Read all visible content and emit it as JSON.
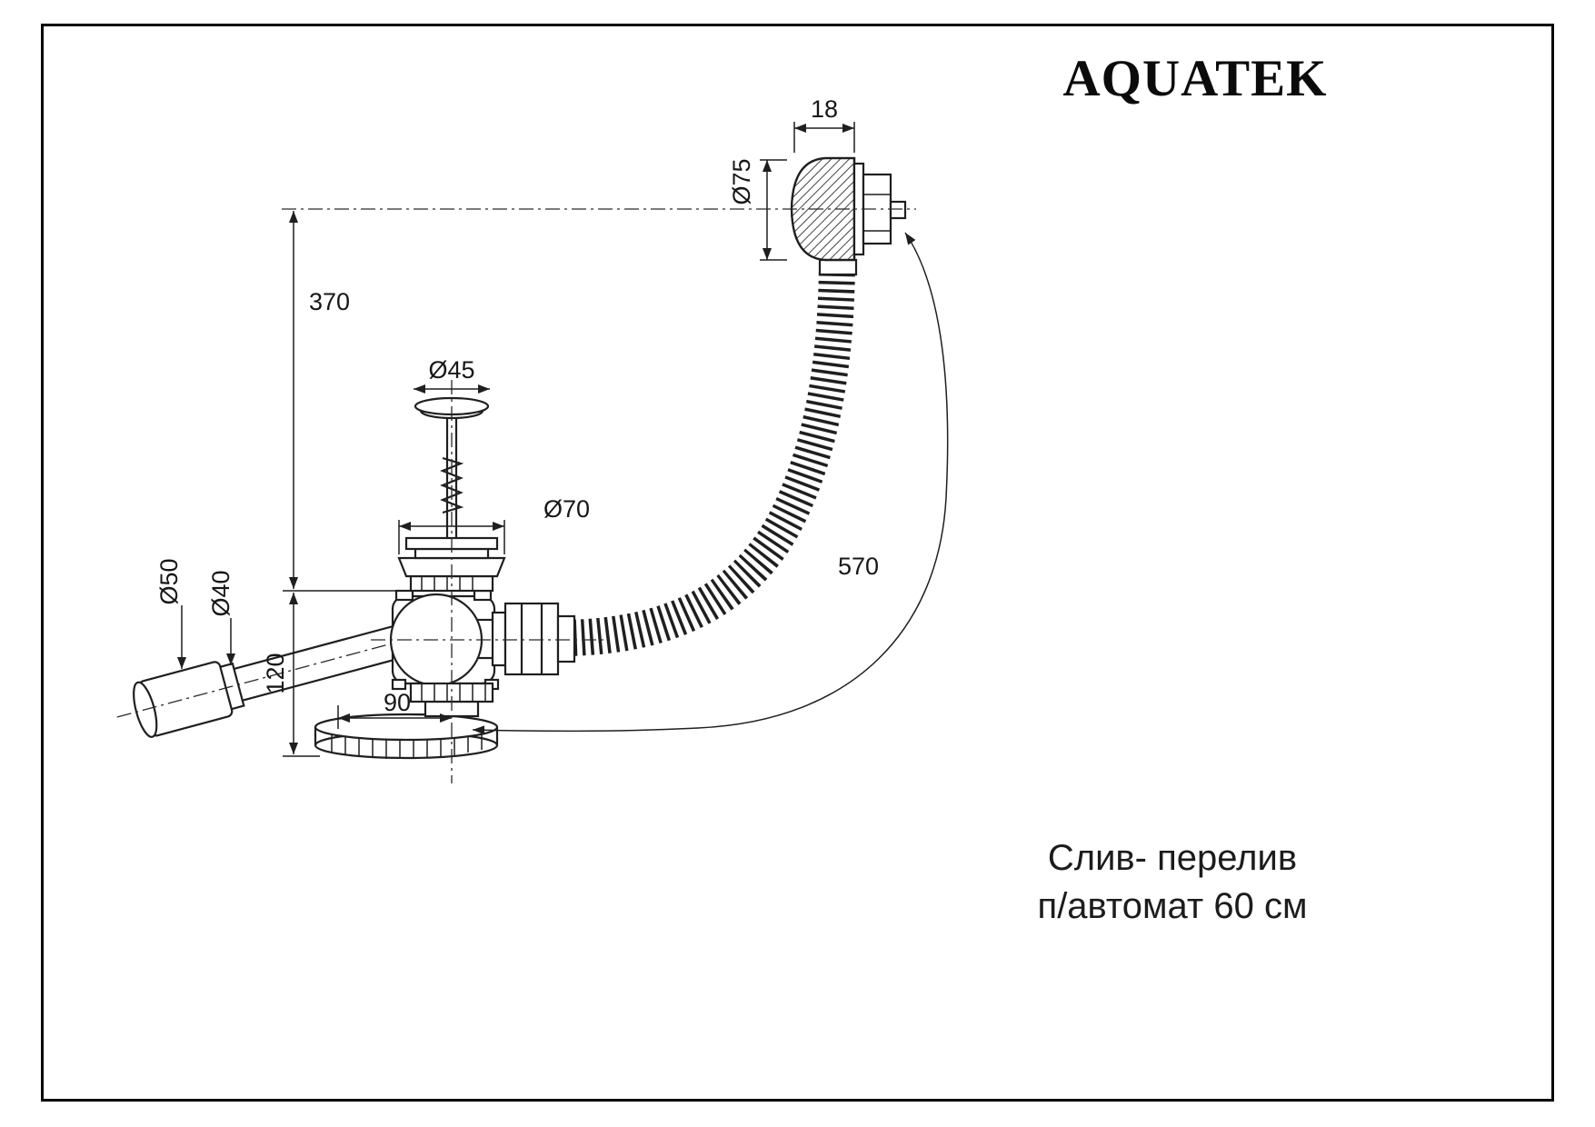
{
  "brand": "AQUATEK",
  "caption": {
    "line1": "Слив- перелив",
    "line2": "п/автомат 60 см"
  },
  "dimensions": {
    "overflow_cap_width": "18",
    "overflow_cap_diameter": "Ø75",
    "overflow_height": "370",
    "plug_diameter": "Ø45",
    "drain_flange_diameter": "Ø70",
    "outlet_outer_diameter": "Ø50",
    "outlet_inner_diameter": "Ø40",
    "drain_height": "120",
    "drain_offset": "90",
    "hose_length": "570"
  }
}
